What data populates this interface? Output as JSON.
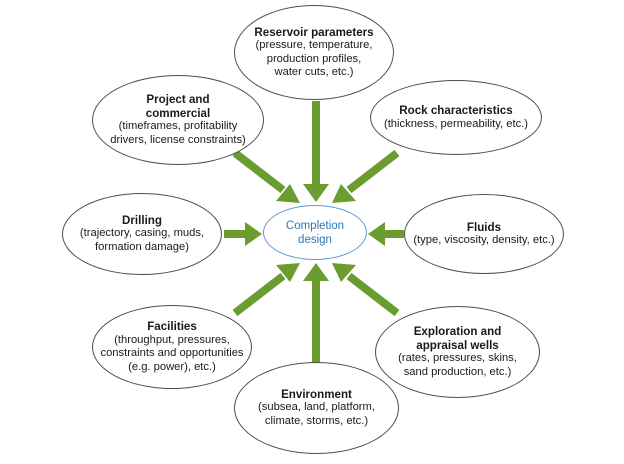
{
  "center": {
    "lines": [
      "Completion",
      "design"
    ]
  },
  "nodes": {
    "reservoir": {
      "title": [
        "Reservoir parameters"
      ],
      "detail": [
        "(pressure, temperature,",
        "production profiles,",
        "water cuts, etc.)"
      ]
    },
    "project": {
      "title": [
        "Project and",
        "commercial"
      ],
      "detail": [
        "(timeframes, profitability",
        "drivers, license constraints)"
      ]
    },
    "rock": {
      "title": [
        "Rock characteristics"
      ],
      "detail": [
        "(thickness, permeability, etc.)"
      ]
    },
    "drilling": {
      "title": [
        "Drilling"
      ],
      "detail": [
        "(trajectory, casing, muds,",
        "formation damage)"
      ]
    },
    "fluids": {
      "title": [
        "Fluids"
      ],
      "detail": [
        "(type, viscosity, density, etc.)"
      ]
    },
    "facilities": {
      "title": [
        "Facilities"
      ],
      "detail": [
        "(throughput, pressures,",
        "constraints and opportunities",
        "(e.g. power), etc.)"
      ]
    },
    "exploration": {
      "title": [
        "Exploration and",
        "appraisal wells"
      ],
      "detail": [
        "(rates, pressures, skins,",
        "sand production, etc.)"
      ]
    },
    "environment": {
      "title": [
        "Environment"
      ],
      "detail": [
        "(subsea, land, platform,",
        "climate, storms, etc.)"
      ]
    }
  },
  "colors": {
    "arrow": "#6a9c2f",
    "center_border": "#5b9bd5",
    "center_text": "#2e75b6",
    "node_border": "#4d4d4d"
  }
}
